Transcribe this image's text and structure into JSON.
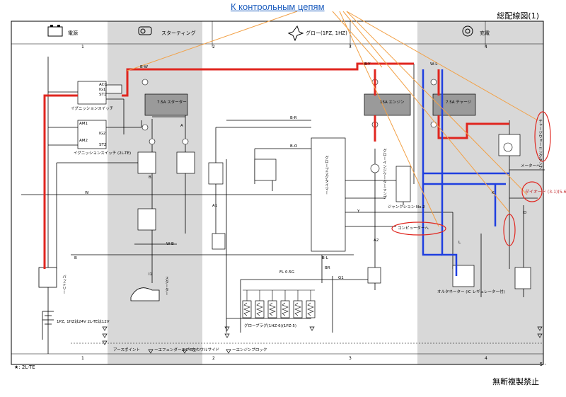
{
  "annotation": "К контрольным цепям",
  "page_id": "総配線図(1)",
  "footer": "無断複製禁止",
  "page_number": "- 5 -",
  "model_note": "★: 2L-TE",
  "sections": [
    "電源",
    "スターティング",
    "グロー(1PZ, 1HZ)",
    "充電"
  ],
  "grid_columns": [
    "1",
    "2",
    "3",
    "4"
  ],
  "ground_legend": [
    "アースポイント",
    "ーエフェンダーエプロン",
    "ー左カウルサイド",
    "ーエンジンブロック"
  ],
  "components": {
    "ign_switch": "イグニッションスイッチ",
    "ign_switch_2lte": "イグニッションスイッチ (2L-TE)",
    "fuse_starter": "7.5A スターター",
    "fuse_engine": "15A エンジン",
    "fuse_charge": "7.5A チャージ",
    "glow_timer": "グロープラグタイマー",
    "glow_lamp": "グローインジケーターランプ",
    "glow_plug": "グロープラグ(1HZ-6)(1PZ-5)",
    "fusible_link": "FL 0.5G",
    "alternator": "オルタネーター (IC レギュレーター付)",
    "battery": "バッテリー",
    "battery_spec": "1PZ, 1HZは24V 2L-TEは12V",
    "starter": "スターター",
    "junction": "ジャンクション No.2",
    "computer": "コンピューターへ",
    "meter": "メーターへ",
    "diode": "ダイオード (3-1)(5-6)",
    "charge_warning": "チャージウォーニングランプ"
  },
  "wire_labels": [
    "B-W",
    "B-Y",
    "W-B",
    "B-R",
    "B-O",
    "W",
    "B",
    "Y",
    "L",
    "BR",
    "B-L",
    "W-L"
  ],
  "switch_labels": [
    "ACC",
    "IG1",
    "ST1",
    "AM1",
    "AM2",
    "IG2",
    "ST2"
  ],
  "connector_labels": [
    "A",
    "B",
    "A1",
    "A2",
    "I1",
    "G1",
    "K",
    "D"
  ]
}
